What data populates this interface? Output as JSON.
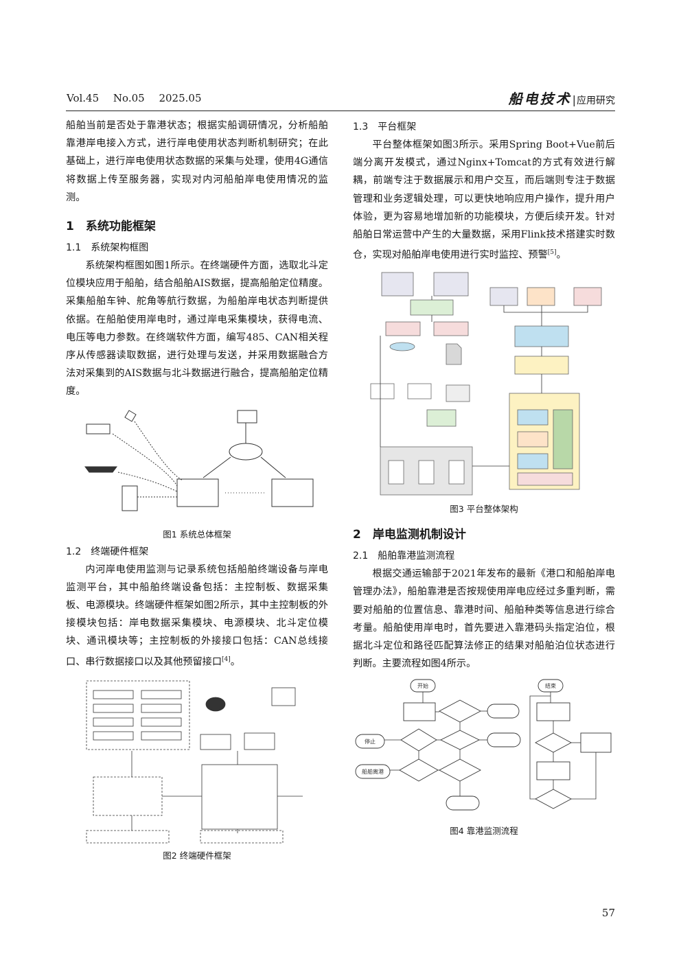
{
  "header": {
    "vol": "Vol.45",
    "no": "No.05",
    "year": "2025.05",
    "journal": "船电技术",
    "separator": "|",
    "section": "应用研究"
  },
  "left": {
    "p_intro": "船舶当前是否处于靠港状态；根据实船调研情况，分析船舶靠港岸电接入方式，进行岸电使用状态判断机制研究；在此基础上，进行岸电使用状态数据的采集与处理，使用4G通信将数据上传至服务器，实现对内河船舶岸电使用情况的监测。",
    "sec1": "1　系统功能框架",
    "sub11": "1.1　系统架构框图",
    "p11": "系统架构框图如图1所示。在终端硬件方面，选取北斗定位模块应用于船舶，结合船舶AIS数据，提高船舶定位精度。采集船舶车钟、舵角等航行数据，为船舶岸电状态判断提供依据。在船舶使用岸电时，通过岸电采集模块，获得电流、电压等电力参数。在终端软件方面，编写485、CAN相关程序从传感器读取数据，进行处理与发送，并采用数据融合方法对采集到的AIS数据与北斗数据进行融合，提高船舶定位精度。",
    "fig1_caption": "图1  系统总体框架",
    "sub12": "1.2　终端硬件框架",
    "p12": "内河岸电使用监测与记录系统包括船舶终端设备与岸电监测平台，其中船舶终端设备包括：主控制板、数据采集板、电源模块。终端硬件框架如图2所示，其中主控制板的外接模块包括：岸电数据采集模块、电源模块、北斗定位模块、通讯模块等；主控制板的外接接口包括：CAN总线接口、串行数据接口以及其他预留接口",
    "ref4": "[4]",
    "p12_end": "。",
    "fig2_caption": "图2  终端硬件框架"
  },
  "right": {
    "sub13": "1.3　平台框架",
    "p13": "平台整体框架如图3所示。采用Spring Boot+Vue前后端分离开发模式，通过Nginx+Tomcat的方式有效进行解耦，前端专注于数据展示和用户交互，而后端则专注于数据管理和业务逻辑处理，可以更快地响应用户操作，提升用户体验，更为容易地增加新的功能模块，方便后续开发。针对船舶日常运营中产生的大量数据，采用Flink技术搭建实时数仓，实现对船舶岸电使用进行实时监控、预警",
    "ref5": "[5]",
    "p13_end": "。",
    "fig3_caption": "图3  平台整体架构",
    "sec2": "2　岸电监测机制设计",
    "sub21": "2.1　船舶靠港监测流程",
    "p21": "根据交通运输部于2021年发布的最新《港口和船舶岸电管理办法》，船舶靠港是否按规使用岸电应经过多重判断，需要对船舶的位置信息、靠港时间、船舶种类等信息进行综合考量。船舶使用岸电时，首先要进入靠港码头指定泊位，根据北斗定位和路径匹配算法修正的结果对船舶泊位状态进行判断。主要流程如图4所示。",
    "fig4_caption": "图4  靠港监测流程"
  },
  "fig4": {
    "start": "开始",
    "end": "结束",
    "stop": "停止",
    "left_out": "船舶离港"
  },
  "page_number": "57"
}
